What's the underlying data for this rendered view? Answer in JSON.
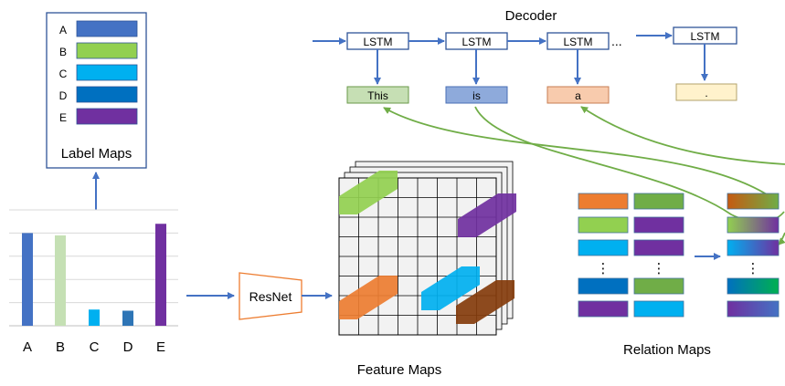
{
  "decoder": {
    "title": "Decoder",
    "cell_label": "LSTM",
    "ellipsis": "...",
    "words": [
      {
        "text": "This",
        "fill": "#c6dfb4",
        "stroke": "#6a9a4a"
      },
      {
        "text": "is",
        "fill": "#8eaadb",
        "stroke": "#4a6fb5"
      },
      {
        "text": "a",
        "fill": "#f8cbad",
        "stroke": "#c77d52"
      },
      {
        "text": ".",
        "fill": "#fff2cc",
        "stroke": "#b3a36b"
      }
    ]
  },
  "label_maps": {
    "caption": "Label Maps",
    "items": [
      {
        "letter": "A",
        "color": "#4472c4"
      },
      {
        "letter": "B",
        "color": "#92d050"
      },
      {
        "letter": "C",
        "color": "#00b0f0"
      },
      {
        "letter": "D",
        "color": "#0070c0"
      },
      {
        "letter": "E",
        "color": "#7030a0"
      }
    ]
  },
  "bar_chart": {
    "categories": [
      "A",
      "B",
      "C",
      "D",
      "E"
    ],
    "values": [
      4,
      3.9,
      0.7,
      0.65,
      4.4
    ],
    "colors": [
      "#4472c4",
      "#c5e0b4",
      "#00b0f0",
      "#2e75b6",
      "#7030a0"
    ],
    "ylim": [
      0,
      5
    ]
  },
  "encoder": {
    "label": "ResNet",
    "feature_caption": "Feature Maps"
  },
  "relation_maps": {
    "caption": "Relation Maps",
    "dots": "⋮",
    "col1": [
      "#ed7d31",
      "#92d050",
      "#00b0f0",
      "dots",
      "#0070c0",
      "#7030a0"
    ],
    "col2": [
      "#70ad47",
      "#7030a0",
      "#7030a0",
      "dots",
      "#70ad47",
      "#00b0f0"
    ]
  },
  "colors": {
    "arrow_blue": "#4472c4",
    "arrow_green": "#70ad47",
    "box_border": "#2f5597",
    "resnet_border": "#ed7d31"
  }
}
